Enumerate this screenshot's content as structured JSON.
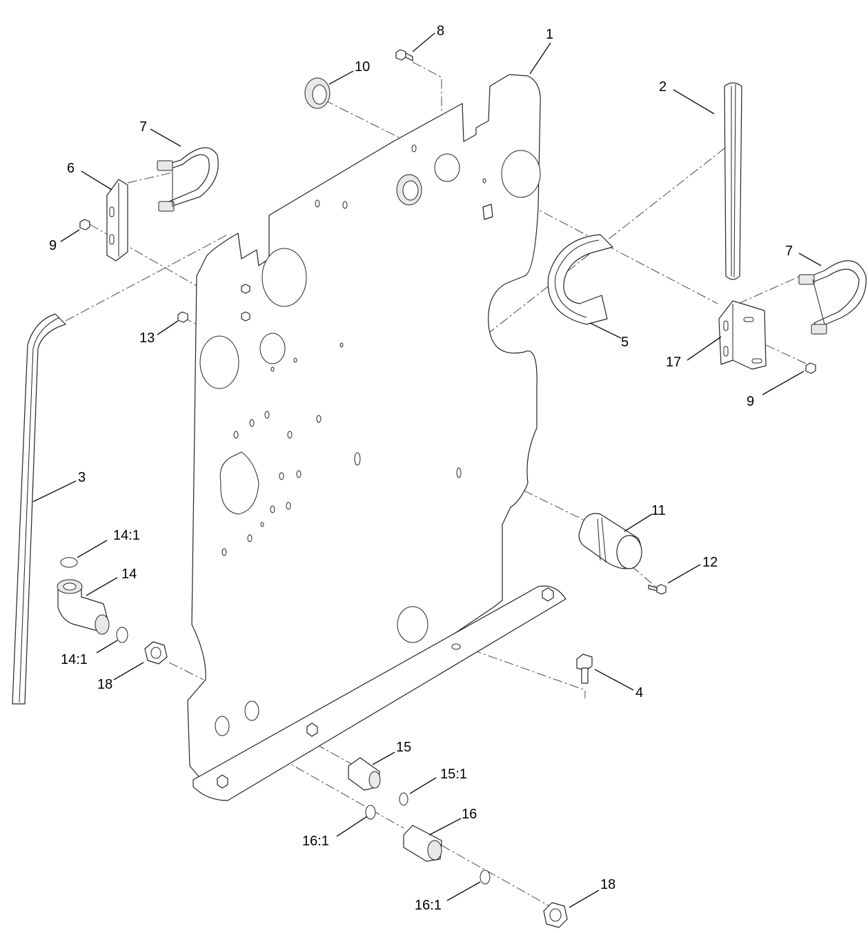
{
  "callouts": {
    "c1": "1",
    "c2": "2",
    "c3": "3",
    "c4": "4",
    "c5": "5",
    "c6": "6",
    "c7a": "7",
    "c7b": "7",
    "c8": "8",
    "c9a": "9",
    "c9b": "9",
    "c10": "10",
    "c11": "11",
    "c12": "12",
    "c13": "13",
    "c14": "14",
    "c14_1a": "14:1",
    "c14_1b": "14:1",
    "c15": "15",
    "c15_1": "15:1",
    "c16": "16",
    "c16_1a": "16:1",
    "c16_1b": "16:1",
    "c17": "17",
    "c18a": "18",
    "c18b": "18"
  },
  "colors": {
    "line": "#222222",
    "background": "#ffffff"
  }
}
